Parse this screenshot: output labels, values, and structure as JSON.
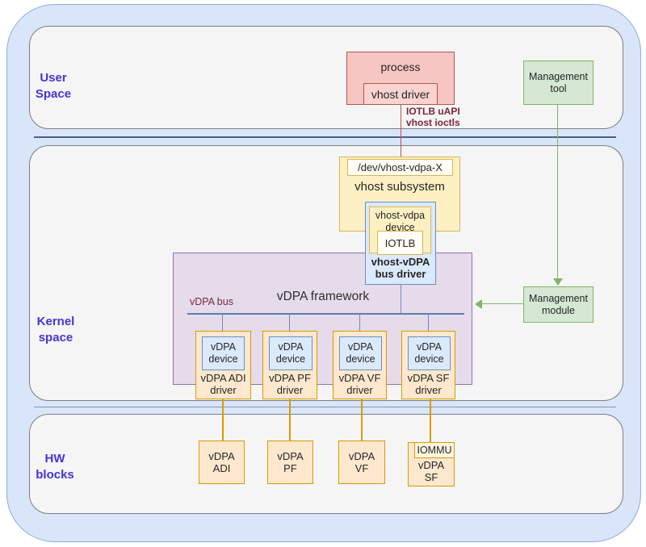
{
  "sections": {
    "user": "User\nSpace",
    "kernel": "Kernel\nspace",
    "hw": "HW\nblocks"
  },
  "user_space": {
    "process_label": "process",
    "vhost_driver_label": "vhost driver",
    "api_annotation": "IOTLB uAPI\nvhost ioctls",
    "management_tool_label": "Management\ntool"
  },
  "kernel_space": {
    "dev_node_label": "/dev/vhost-vdpa-X",
    "vhost_subsystem_label": "vhost subsystem",
    "vhost_vdpa_device_label": "vhost-vdpa\ndevice",
    "iotlb_label": "IOTLB",
    "bus_driver_label": "vhost-vDPA\nbus driver",
    "framework_label": "vDPA framework",
    "bus_label": "vDPA bus",
    "management_module_label": "Management\nmodule",
    "drivers": [
      {
        "device_label": "vDPA\ndevice",
        "driver_label": "vDPA ADI\ndriver"
      },
      {
        "device_label": "vDPA\ndevice",
        "driver_label": "vDPA PF\ndriver"
      },
      {
        "device_label": "vDPA\ndevice",
        "driver_label": "vDPA VF\ndriver"
      },
      {
        "device_label": "vDPA\ndevice",
        "driver_label": "vDPA SF\ndriver"
      }
    ]
  },
  "hw_blocks": {
    "blocks": [
      {
        "label": "vDPA\nADI"
      },
      {
        "label": "vDPA\nPF"
      },
      {
        "label": "vDPA\nVF"
      },
      {
        "label": "vDPA\nSF",
        "iommu_label": "IOMMU"
      }
    ]
  },
  "colors": {
    "outer_background": "#d9e6f9",
    "band_background": "#f5f5f5",
    "process_fill": "#f6c6c2",
    "process_border": "#b85450",
    "green_fill": "#d5e8d4",
    "green_border": "#82b366",
    "yellow_fill": "#fcf0c3",
    "yellow_border": "#d6b656",
    "blue_fill": "#dbe9fc",
    "blue_border": "#6c8ebf",
    "purple_fill": "#e5dbeb",
    "purple_border": "#9673a6",
    "orange_fill": "#fde8ce",
    "orange_border": "#d79b00",
    "annotation_maroon": "#7d2436",
    "section_label_blue": "#4334d8",
    "bus_line_blue": "#5b7fad",
    "red_connector": "#b85450"
  }
}
